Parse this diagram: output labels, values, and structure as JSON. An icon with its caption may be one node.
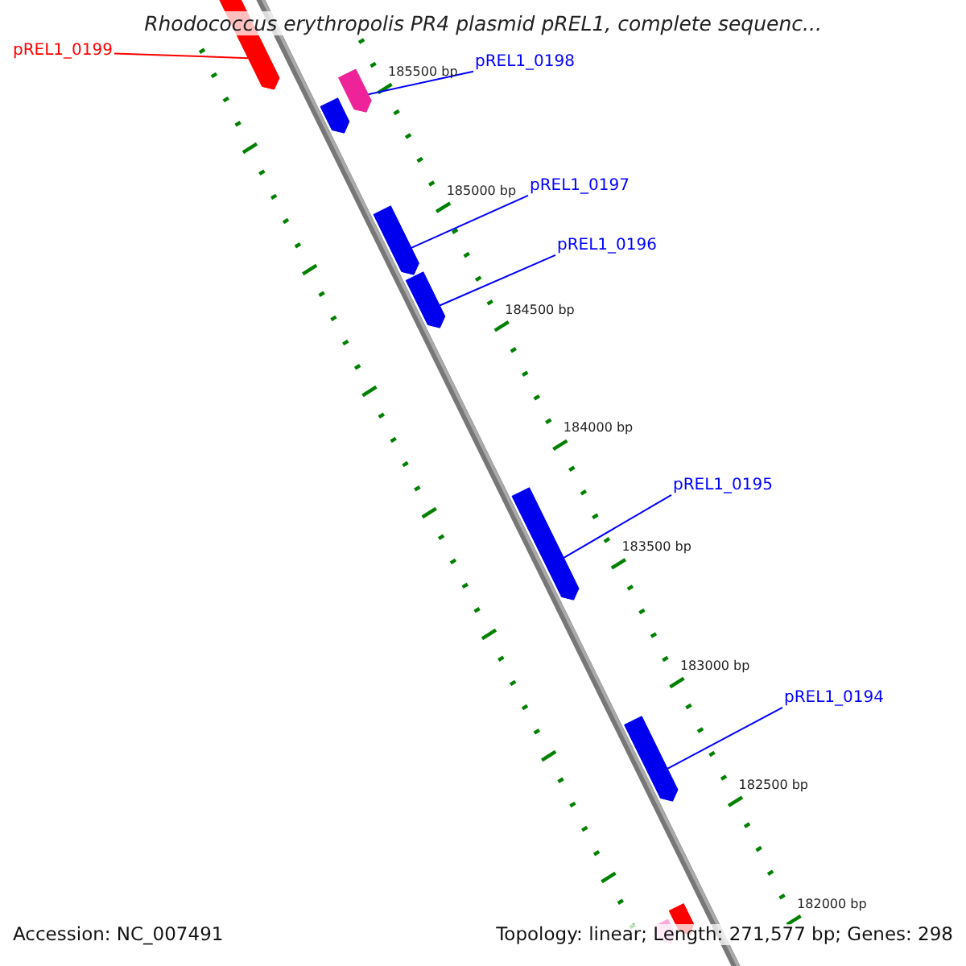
{
  "diagram": {
    "title": "Rhodococcus erythropolis PR4 plasmid pREL1, complete sequenc...",
    "nodes": [
      {
        "text": [
          "pREL1_0199"
        ]
      },
      {
        "text": [],
        "shape": "arrow"
      },
      {
        "text": [
          "pREL1_0198"
        ]
      },
      {
        "text": [],
        "shape": "arrow"
      },
      {
        "text": [],
        "shape": "arrow"
      },
      {
        "text": [
          "pREL1_0197"
        ]
      },
      {
        "text": [],
        "shape": "arrow"
      },
      {
        "text": [
          "pREL1_0196"
        ]
      },
      {
        "text": [],
        "shape": "arrow"
      },
      {
        "text": [
          "pREL1_0195"
        ]
      },
      {
        "text": [],
        "shape": "arrow"
      },
      {
        "text": [
          "pREL1_0194"
        ]
      },
      {
        "text": [],
        "shape": "arrow"
      },
      {
        "text": [],
        "shape": "arrow"
      },
      {
        "text": [],
        "shape": "arrow"
      }
    ],
    "edges": [
      {
        "from": 0,
        "to": 1,
        "arrow": "none",
        "color": "#ff0000"
      },
      {
        "from": 2,
        "to": 4,
        "arrow": "none"
      },
      {
        "from": 5,
        "to": 6,
        "arrow": "none"
      },
      {
        "from": 7,
        "to": 8,
        "arrow": "none"
      },
      {
        "from": 9,
        "to": 10,
        "arrow": "none"
      },
      {
        "from": 11,
        "to": 12,
        "arrow": "none"
      }
    ],
    "labels": [
      "185500 bp",
      "185000 bp",
      "184500 bp",
      "184000 bp",
      "183500 bp",
      "183000 bp",
      "182500 bp",
      "182000 bp",
      "Accession: NC_007491",
      "Topology: linear; Length: 271,577 bp; Genes: 298"
    ]
  }
}
